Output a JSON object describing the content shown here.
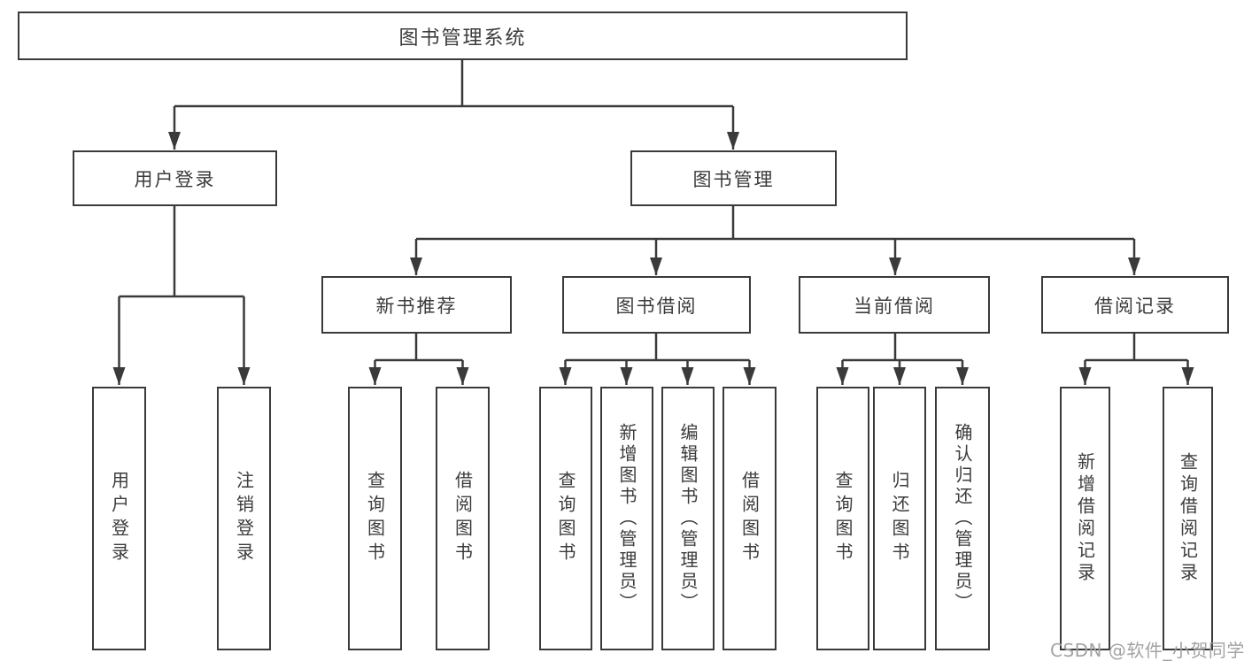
{
  "diagram": {
    "type": "hierarchy-tree",
    "watermark": "CSDN @软件_小贺同学",
    "colors": {
      "line": "#3a3a3a",
      "box_border": "#3a3a3a",
      "box_fill": "#ffffff",
      "text": "#3b3b3b",
      "watermark_text": "#a3a3a3",
      "background": "#ffffff"
    },
    "nodes": {
      "root": {
        "label": "图书管理系统"
      },
      "user_login": {
        "label": "用户登录"
      },
      "book_mgmt": {
        "label": "图书管理"
      },
      "new_book_rec": {
        "label": "新书推荐"
      },
      "book_borrow": {
        "label": "图书借阅"
      },
      "current_borrow": {
        "label": "当前借阅"
      },
      "borrow_record": {
        "label": "借阅记录"
      },
      "leaf_user_login": {
        "label": "用户登录"
      },
      "leaf_logout": {
        "label": "注销登录"
      },
      "leaf_nb_query": {
        "label": "查询图书"
      },
      "leaf_nb_borrow": {
        "label": "借阅图书"
      },
      "leaf_bb_query": {
        "label": "查询图书"
      },
      "leaf_bb_add": {
        "label": "新增图书（管理员）"
      },
      "leaf_bb_edit": {
        "label": "编辑图书（管理员）"
      },
      "leaf_bb_borrow": {
        "label": "借阅图书"
      },
      "leaf_cb_query": {
        "label": "查询图书"
      },
      "leaf_cb_return": {
        "label": "归还图书"
      },
      "leaf_cb_confirm": {
        "label": "确认归还（管理员）"
      },
      "leaf_br_add": {
        "label": "新增借阅记录"
      },
      "leaf_br_query": {
        "label": "查询借阅记录"
      }
    },
    "hierarchy": {
      "图书管理系统": {
        "用户登录": [
          "用户登录",
          "注销登录"
        ],
        "图书管理": {
          "新书推荐": [
            "查询图书",
            "借阅图书"
          ],
          "图书借阅": [
            "查询图书",
            "新增图书（管理员）",
            "编辑图书（管理员）",
            "借阅图书"
          ],
          "当前借阅": [
            "查询图书",
            "归还图书",
            "确认归还（管理员）"
          ],
          "借阅记录": [
            "新增借阅记录",
            "查询借阅记录"
          ]
        }
      }
    }
  }
}
